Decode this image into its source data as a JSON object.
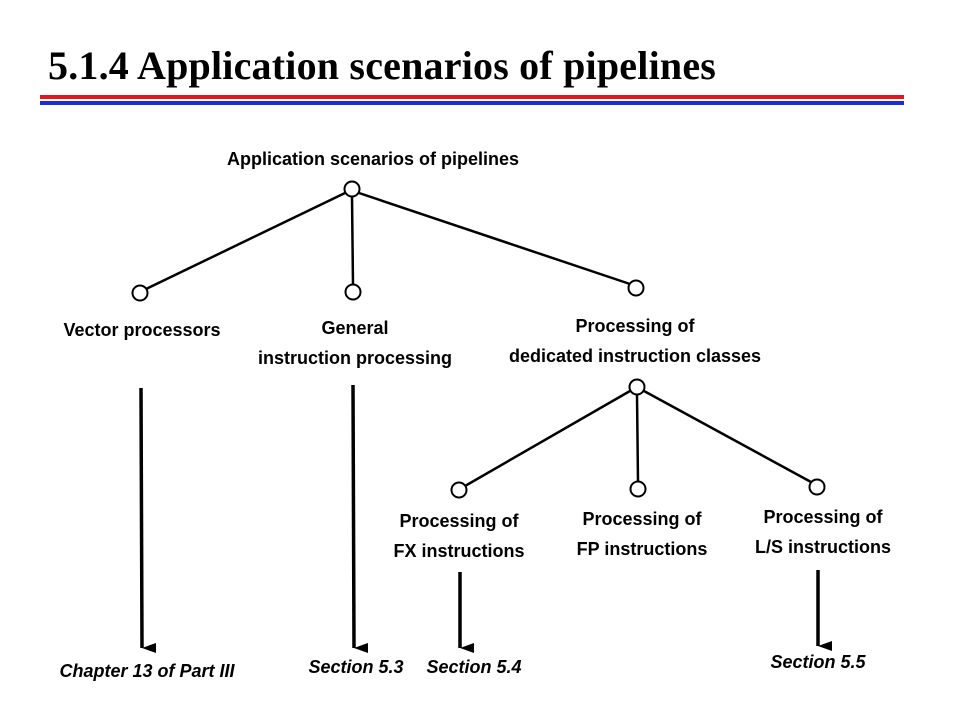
{
  "title": "5.1.4 Application scenarios of pipelines",
  "colors": {
    "rule_top": "#e0181e",
    "rule_bottom": "#1a2fd0"
  },
  "tree": {
    "root": "Application scenarios of pipelines",
    "vector": "Vector processors",
    "general": [
      "General",
      "instruction processing"
    ],
    "dedicated": [
      "Processing of",
      "dedicated instruction classes"
    ],
    "fx": [
      "Processing of",
      "FX instructions"
    ],
    "fp": [
      "Processing of",
      "FP instructions"
    ],
    "ls": [
      "Processing of",
      "L/S instructions"
    ]
  },
  "references": {
    "vector": "Chapter 13 of Part III",
    "general": "Section 5.3",
    "fx": "Section 5.4",
    "ls": "Section 5.5"
  }
}
